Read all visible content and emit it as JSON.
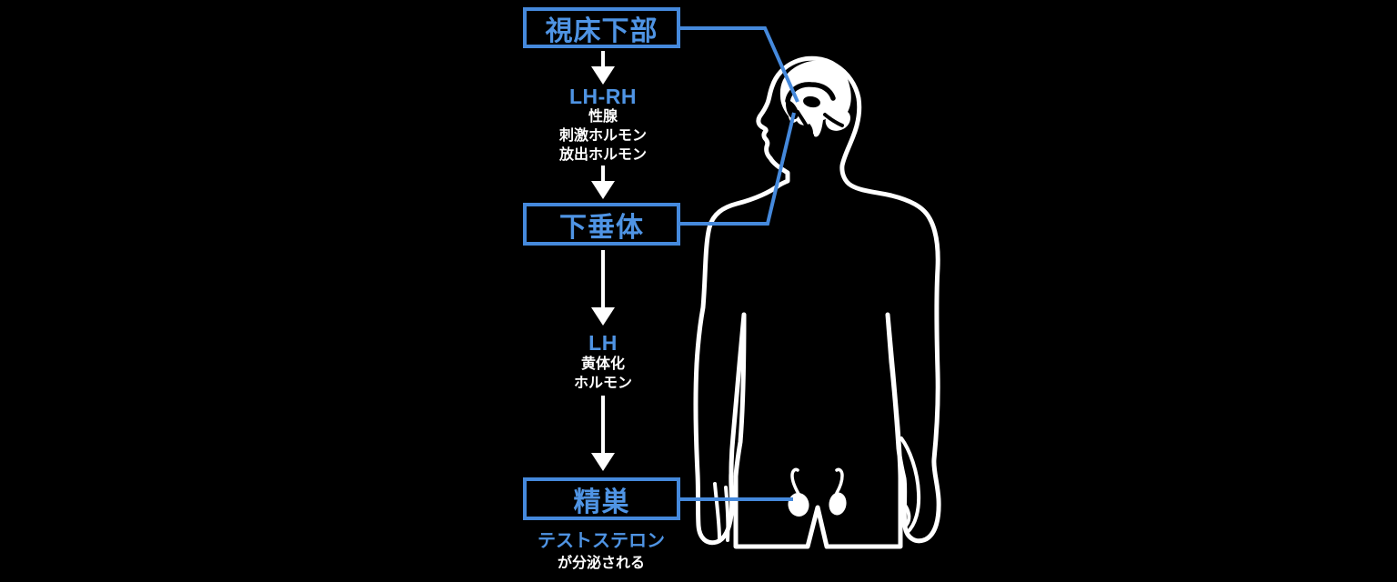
{
  "diagram": {
    "background": "#000000",
    "accent_color": "#4589dc",
    "line_color": "#ffffff",
    "nodes": [
      {
        "id": "hypothalamus",
        "label": "視床下部"
      },
      {
        "id": "pituitary",
        "label": "下垂体"
      },
      {
        "id": "testis",
        "label": "精巣"
      }
    ],
    "edges": [
      {
        "from": "hypothalamus",
        "to": "pituitary",
        "hormone_abbr": "LH-RH",
        "hormone_desc_lines": [
          "性腺",
          "刺激ホルモン",
          "放出ホルモン"
        ]
      },
      {
        "from": "pituitary",
        "to": "testis",
        "hormone_abbr": "LH",
        "hormone_desc_lines": [
          "黄体化",
          "ホルモン"
        ]
      }
    ],
    "result": {
      "hormone": "テストステロン",
      "text": "が分泌される"
    },
    "illustration": {
      "figure": "male-body-outline-with-brain-and-testes",
      "pointers": [
        "hypothalamus-in-brain",
        "pituitary-in-brain",
        "left-testis"
      ]
    }
  }
}
